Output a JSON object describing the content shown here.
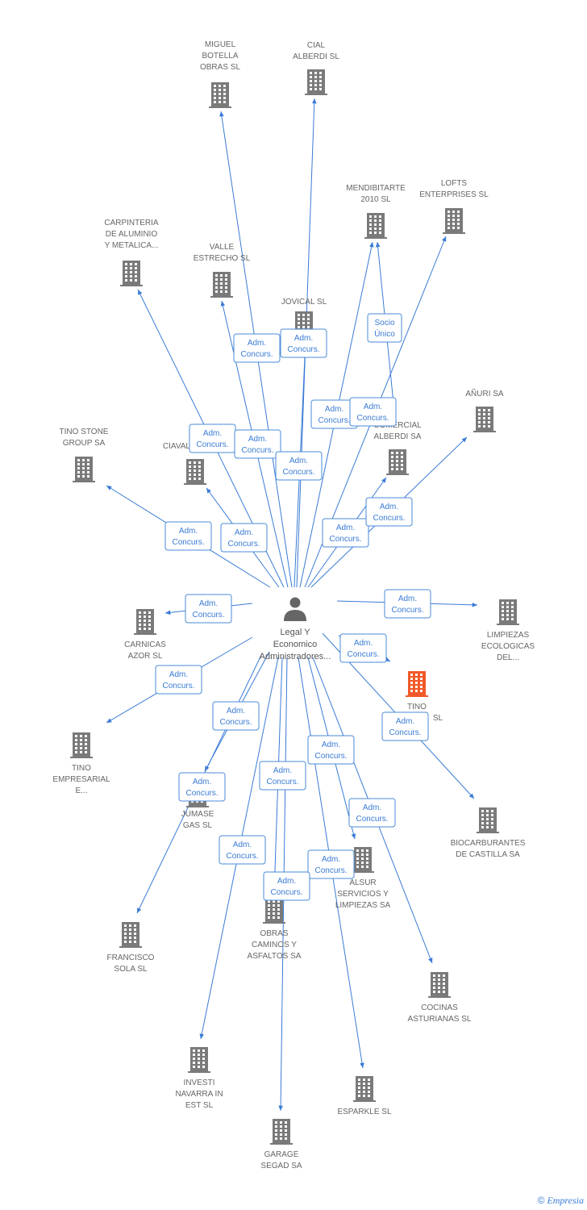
{
  "colors": {
    "edge": "#3a7bd5",
    "node": "#7a7a7a",
    "highlight": "#f05a28",
    "label": "#666666"
  },
  "center": {
    "name": "center-person",
    "lines": [
      "Legal Y",
      "Economico",
      "Administradores..."
    ],
    "icon": "person-icon"
  },
  "nodes": [
    {
      "id": "miguel-botella",
      "lines": [
        "MIGUEL",
        "BOTELLA",
        "OBRAS SL"
      ]
    },
    {
      "id": "cial-alberdi",
      "lines": [
        "CIAL",
        "ALBERDI SL"
      ]
    },
    {
      "id": "mendibitarte",
      "lines": [
        "MENDIBITARTE",
        "2010 SL"
      ]
    },
    {
      "id": "lofts",
      "lines": [
        "LOFTS",
        "ENTERPRISES SL"
      ]
    },
    {
      "id": "carpinteria",
      "lines": [
        "CARPINTERIA",
        "DE ALUMINIO",
        "Y METALICA..."
      ]
    },
    {
      "id": "valle-estrecho",
      "lines": [
        "VALLE",
        "ESTRECHO SL"
      ]
    },
    {
      "id": "jovical",
      "lines": [
        "JOVICAL SL"
      ]
    },
    {
      "id": "comercial-alberdi",
      "lines": [
        "COMERCIAL",
        "ALBERDI SA"
      ]
    },
    {
      "id": "anuri",
      "lines": [
        "AÑURI SA"
      ]
    },
    {
      "id": "tino-stone",
      "lines": [
        "TINO STONE",
        "GROUP SA"
      ]
    },
    {
      "id": "ciaval",
      "lines": [
        "CIAVAL"
      ]
    },
    {
      "id": "carnicas-azor",
      "lines": [
        "CARNICAS",
        "AZOR SL"
      ]
    },
    {
      "id": "limpiezas-ecologicas",
      "lines": [
        "LIMPIEZAS",
        "ECOLOGICAS",
        "DEL..."
      ]
    },
    {
      "id": "tino-sl",
      "lines": [
        "TINO",
        "SL"
      ]
    },
    {
      "id": "tino-empresarial",
      "lines": [
        "TINO",
        "EMPRESARIAL",
        "E..."
      ]
    },
    {
      "id": "biocarburantes",
      "lines": [
        "BIOCARBURANTES",
        "DE CASTILLA SA"
      ]
    },
    {
      "id": "jumase-gas",
      "lines": [
        "JUMASE",
        "GAS SL"
      ]
    },
    {
      "id": "alsur",
      "lines": [
        "ALSUR",
        "SERVICIOS Y",
        "LIMPIEZAS SA"
      ]
    },
    {
      "id": "obras-caminos",
      "lines": [
        "OBRAS",
        "CAMINOS Y",
        "ASFALTOS SA"
      ]
    },
    {
      "id": "francisco-sola",
      "lines": [
        "FRANCISCO",
        "SOLA SL"
      ]
    },
    {
      "id": "cocinas-asturianas",
      "lines": [
        "COCINAS",
        "ASTURIANAS SL"
      ]
    },
    {
      "id": "investi-navarra",
      "lines": [
        "INVESTI",
        "NAVARRA IN",
        "EST SL"
      ]
    },
    {
      "id": "esparkle",
      "lines": [
        "ESPARKLE SL"
      ]
    },
    {
      "id": "garage-segad",
      "lines": [
        "GARAGE",
        "SEGAD SA"
      ]
    }
  ],
  "relations": [
    {
      "name": "rel-miguel-botella",
      "lines": [
        "Adm.",
        "Concurs."
      ]
    },
    {
      "name": "rel-cial-alberdi",
      "lines": [
        "Adm.",
        "Concurs."
      ]
    },
    {
      "name": "rel-mendibitarte-socio",
      "lines": [
        "Socio",
        "Único"
      ]
    },
    {
      "name": "rel-mendibitarte-adm",
      "lines": [
        "Adm.",
        "Concurs."
      ]
    },
    {
      "name": "rel-lofts",
      "lines": [
        "Adm.",
        "Concurs."
      ]
    },
    {
      "name": "rel-carpinteria",
      "lines": [
        "Adm.",
        "Concurs."
      ]
    },
    {
      "name": "rel-valle-estrecho",
      "lines": [
        "Adm.",
        "Concurs."
      ]
    },
    {
      "name": "rel-jovical",
      "lines": [
        "Adm.",
        "Concurs."
      ]
    },
    {
      "name": "rel-comercial-alberdi",
      "lines": [
        "Adm.",
        "Concurs."
      ]
    },
    {
      "name": "rel-anuri",
      "lines": [
        "Adm.",
        "Concurs."
      ]
    },
    {
      "name": "rel-tino-stone",
      "lines": [
        "Adm.",
        "Concurs."
      ]
    },
    {
      "name": "rel-ciaval",
      "lines": [
        "Adm.",
        "Concurs."
      ]
    },
    {
      "name": "rel-carnicas-azor",
      "lines": [
        "Adm.",
        "Concurs."
      ]
    },
    {
      "name": "rel-limpiezas-ecologicas",
      "lines": [
        "Adm.",
        "Concurs."
      ]
    },
    {
      "name": "rel-tino-sl",
      "lines": [
        "Adm.",
        "Concurs."
      ]
    },
    {
      "name": "rel-tino-empresarial",
      "lines": [
        "Adm.",
        "Concurs."
      ]
    },
    {
      "name": "rel-biocarburantes",
      "lines": [
        "Adm.",
        "Concurs."
      ]
    },
    {
      "name": "rel-jumase-gas",
      "lines": [
        "Adm.",
        "Concurs."
      ]
    },
    {
      "name": "rel-alsur",
      "lines": [
        "Adm.",
        "Concurs."
      ]
    },
    {
      "name": "rel-obras-caminos",
      "lines": [
        "Adm.",
        "Concurs."
      ]
    },
    {
      "name": "rel-francisco-sola",
      "lines": [
        "Adm.",
        "Concurs."
      ]
    },
    {
      "name": "rel-cocinas-asturianas",
      "lines": [
        "Adm.",
        "Concurs."
      ]
    },
    {
      "name": "rel-investi-navarra",
      "lines": [
        "Adm.",
        "Concurs."
      ]
    },
    {
      "name": "rel-esparkle",
      "lines": [
        "Adm.",
        "Concurs."
      ]
    },
    {
      "name": "rel-garage-segad",
      "lines": [
        "Adm.",
        "Concurs."
      ]
    }
  ],
  "footer": {
    "copyright": "©",
    "brand": "Empresia"
  }
}
